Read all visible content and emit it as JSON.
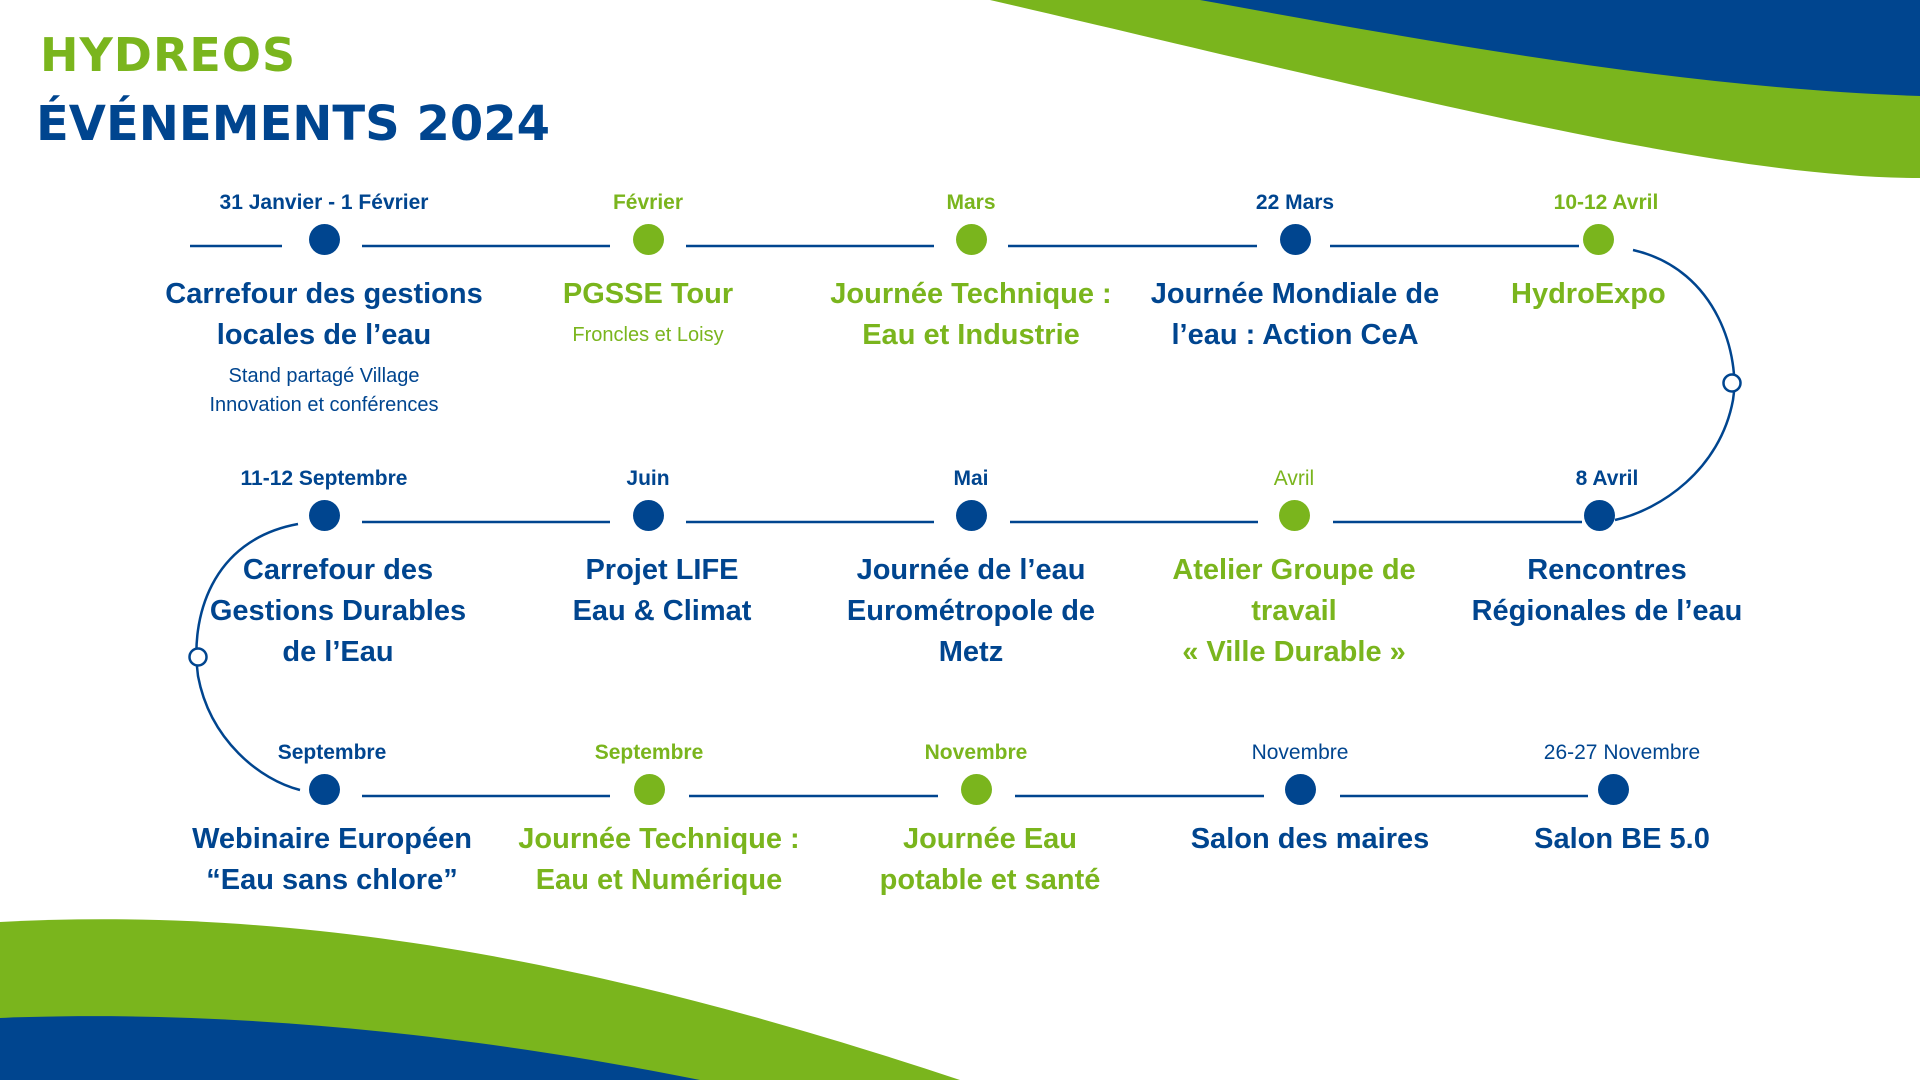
{
  "brand": "HYDREOS",
  "title": "ÉVÉNEMENTS 2024",
  "colors": {
    "blue": "#00458f",
    "green": "#7ab51d"
  },
  "events": [
    {
      "date": "31 Janvier - 1 Février",
      "name": "Carrefour des gestions\nlocales de l’eau",
      "sub": "Stand partagé Village\nInnovation et conférences",
      "color": "blue"
    },
    {
      "date": "Février",
      "name": "PGSSE Tour",
      "sub": "Froncles et Loisy",
      "color": "green"
    },
    {
      "date": "Mars",
      "name": "Journée Technique :\nEau et Industrie",
      "sub": "",
      "color": "green"
    },
    {
      "date": "22 Mars",
      "name": "Journée Mondiale de\nl’eau : Action CeA",
      "sub": "",
      "color": "blue"
    },
    {
      "date": "10-12 Avril",
      "name": "HydroExpo",
      "sub": "",
      "color": "green"
    },
    {
      "date": "8 Avril",
      "name": "Rencontres\nRégionales de l’eau",
      "sub": "",
      "color": "blue"
    },
    {
      "date": "Avril",
      "name": "Atelier Groupe de travail\n« Ville Durable »",
      "sub": "",
      "color": "green"
    },
    {
      "date": "Mai",
      "name": "Journée de l’eau\nEurométropole de\nMetz",
      "sub": "",
      "color": "blue"
    },
    {
      "date": "Juin",
      "name": "Projet LIFE\nEau & Climat",
      "sub": "",
      "color": "blue"
    },
    {
      "date": "11-12 Septembre",
      "name": "Carrefour des\nGestions Durables\nde l’Eau",
      "sub": "",
      "color": "blue"
    },
    {
      "date": "Septembre",
      "name": "Webinaire Européen\n“Eau sans chlore”",
      "sub": "",
      "color": "blue"
    },
    {
      "date": "Septembre",
      "name": "Journée Technique :\nEau et Numérique",
      "sub": "",
      "color": "green"
    },
    {
      "date": "Novembre",
      "name": "Journée Eau\npotable et santé",
      "sub": "",
      "color": "green"
    },
    {
      "date": "Novembre",
      "name": "Salon des maires",
      "sub": "",
      "color": "blue"
    },
    {
      "date": "26-27 Novembre",
      "name": "Salon BE 5.0",
      "sub": "",
      "color": "blue"
    }
  ]
}
